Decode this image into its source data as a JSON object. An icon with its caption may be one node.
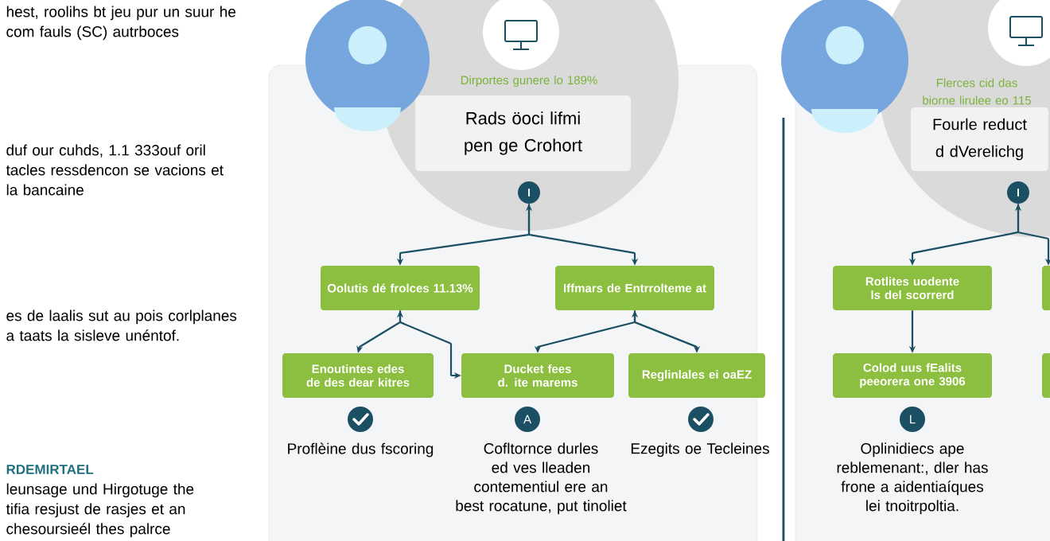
{
  "diagram": {
    "nodes": [
      {
        "text": [
          "Dirportes gunere lo 189%"
        ]
      },
      {
        "text": [
          "Rads öoci lifmi pen ge Crohort"
        ],
        "in": 0
      },
      {
        "text": [
          "I"
        ],
        "in": 0
      },
      {
        "text": [
          "Oolutis dé frolces 11.13%"
        ]
      },
      {
        "text": [
          "Iffmars de Entrrolteme at"
        ]
      },
      {
        "text": [
          "Enoutintes edes de des dear kitres"
        ]
      },
      {
        "text": [
          "Ducket fees d. ite marems"
        ]
      },
      {
        "text": [
          "Reglinlales ei oaEZ"
        ]
      },
      {
        "text": [
          "Flerces cid das biorne lirulee eo 115"
        ]
      },
      {
        "text": [
          "Fourle reduct d dVerelichg"
        ],
        "in": 8
      },
      {
        "text": [
          "I"
        ],
        "in": 8
      },
      {
        "text": [
          "Rotlites uodente ls del scorrerd"
        ]
      },
      {
        "text": [
          "Colod uus fEalits peeorera one 3906"
        ]
      },
      {
        "text": [],
        "shape": "box"
      },
      {
        "text": [],
        "shape": "box"
      },
      {
        "text": [],
        "shape": "circle",
        "beside": [
          "Proflèine dus fscoring"
        ]
      },
      {
        "text": [
          "A"
        ],
        "beside": [
          "Cofltornce durles ed ves lleaden contementiul ere an best rocatune, put tinoliet"
        ]
      },
      {
        "text": [],
        "shape": "circle",
        "beside": [
          "Ezegits oe Tecleines"
        ]
      },
      {
        "text": [
          "L"
        ],
        "beside": [
          "Oplinidiecs ape reblemenant:, dler has frone a aidentiaíques lei tnoitrpoltia."
        ]
      }
    ],
    "edges": [
      {
        "from": 2,
        "to": 3,
        "arrow": "both"
      },
      {
        "from": 2,
        "to": 4,
        "arrow": "to"
      },
      {
        "from": 3,
        "to": 5,
        "arrow": "both"
      },
      {
        "from": 3,
        "to": 6,
        "arrow": "to"
      },
      {
        "from": 4,
        "to": 6,
        "arrow": "both"
      },
      {
        "from": 4,
        "to": 7,
        "arrow": "to"
      },
      {
        "from": 10,
        "to": 11,
        "arrow": "both"
      },
      {
        "from": 10,
        "to": 13,
        "arrow": "to"
      },
      {
        "from": 11,
        "to": 12,
        "arrow": "to"
      }
    ],
    "labels": [
      "hest, roolihs bt jeu pur un suur he com fauls (SC) autrboces",
      "duf our cuhds, 1.1 333ouf oril tacles ressdencon se vacions et la bancaine",
      "es de laalis sut au pois corlplanes a taats la sisleve unéntof.",
      "RDEMIRTAEL",
      "leunsage und Hirgotuge the tifia resjust de rasjes et an chesoursieél thes palrce"
    ]
  }
}
